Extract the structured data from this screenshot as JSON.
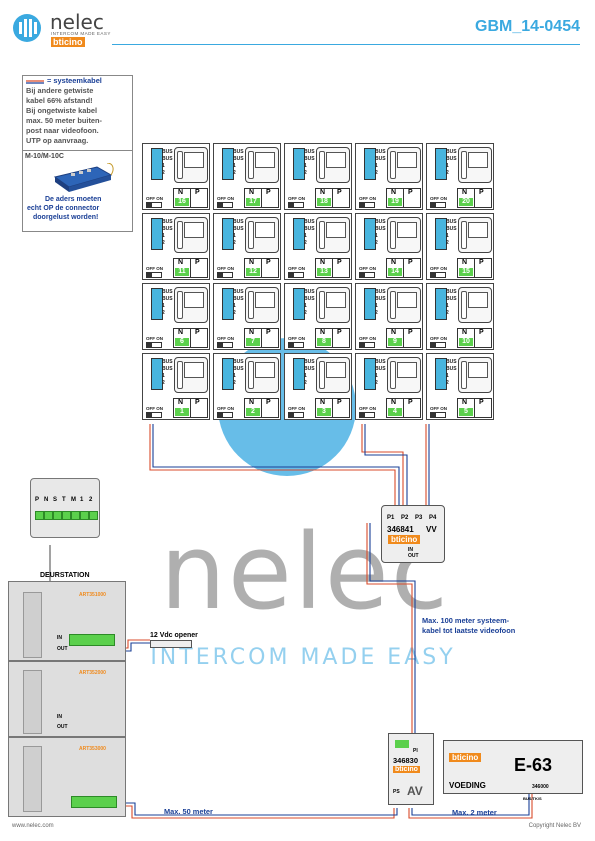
{
  "header": {
    "brand": "nelec",
    "brand_tagline": "INTERCOM MADE EASY",
    "brand_sub": "bticino",
    "doc_code": "GBM_14-0454"
  },
  "watermark": {
    "word": "nelec",
    "tagline": "INTERCOM MADE EASY"
  },
  "note": {
    "legend": "= systeemkabel",
    "lines": [
      "Bij andere getwiste",
      "kabel 66% afstand!",
      "Bij ongetwiste kabel",
      "max. 50 meter buiten-",
      "post naar videofoon.",
      "UTP op aanvraag."
    ]
  },
  "connector": {
    "title": "M-10/M-10C",
    "lines": [
      "De aders moeten",
      "echt OP de connector",
      "doorgelust worden!"
    ]
  },
  "monitors": {
    "terminal_labels": [
      "BUS",
      "BUS",
      "1",
      "2"
    ],
    "np_labels": [
      "N",
      "P"
    ],
    "switch_label": "OFF ON",
    "rows": [
      [
        "16",
        "17",
        "18",
        "19",
        "20"
      ],
      [
        "11",
        "12",
        "13",
        "14",
        "15"
      ],
      [
        "6",
        "7",
        "8",
        "9",
        "10"
      ],
      [
        "1",
        "2",
        "3",
        "4",
        "5"
      ]
    ]
  },
  "distributor": {
    "ports": [
      "P1",
      "P2",
      "P3",
      "P4"
    ],
    "code": "346841",
    "suffix": "VV",
    "brand": "bticino",
    "io": [
      "IN",
      "OUT"
    ]
  },
  "door_station": {
    "title": "DEURSTATION",
    "terminal_labels": [
      "P",
      "N",
      "S",
      "T",
      "M",
      "1",
      "2"
    ],
    "modules": [
      "ART351000",
      "ART352000",
      "ART353000"
    ],
    "io": [
      "IN",
      "OUT"
    ]
  },
  "opener": {
    "label": "12 Vdc opener"
  },
  "interface": {
    "ports": [
      "PI"
    ],
    "code": "346830",
    "brand": "bticino",
    "mark": "AV",
    "ps": "PS"
  },
  "psu": {
    "brand": "bticino",
    "name": "VOEDING",
    "model": "E-63",
    "code": "346000",
    "terminals": "BUS/TK/S"
  },
  "distances": {
    "max_100": [
      "Max. 100 meter systeem-",
      "kabel tot laatste videofoon"
    ],
    "max_50": "Max. 50 meter",
    "max_2": "Max. 2 meter"
  },
  "footer": {
    "left": "www.nelec.com",
    "right": "Copyright Nelec BV"
  },
  "colors": {
    "accent": "#3aa9e0",
    "brand_orange": "#f08a1c",
    "address_green": "#5bd04c",
    "cable_red": "#d94b2b",
    "cable_blue": "#1a3f96"
  }
}
